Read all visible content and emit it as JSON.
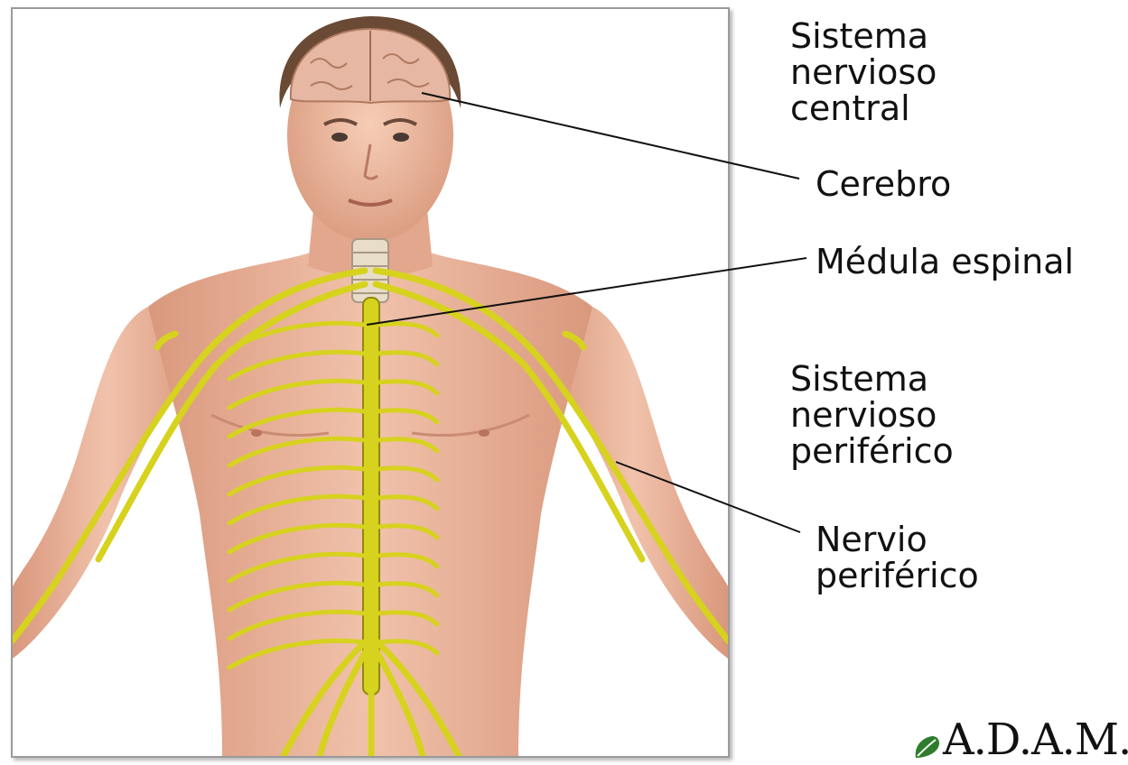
{
  "labels": {
    "central_group": "Sistema\nnervioso\ncentral",
    "brain": "Cerebro",
    "spinal_cord": "Médula espinal",
    "peripheral_group": "Sistema\nnervioso\nperiférico",
    "peripheral_nerve": "Nervio\nperiférico"
  },
  "logo": {
    "text": "A.D.A.M.",
    "icon": "leaf-icon"
  },
  "colors": {
    "nerve": "#d6d21e",
    "skin": "#e9b39a",
    "brain": "#e6b7a2",
    "hair": "#6a4a35",
    "leader_line": "#111111"
  }
}
